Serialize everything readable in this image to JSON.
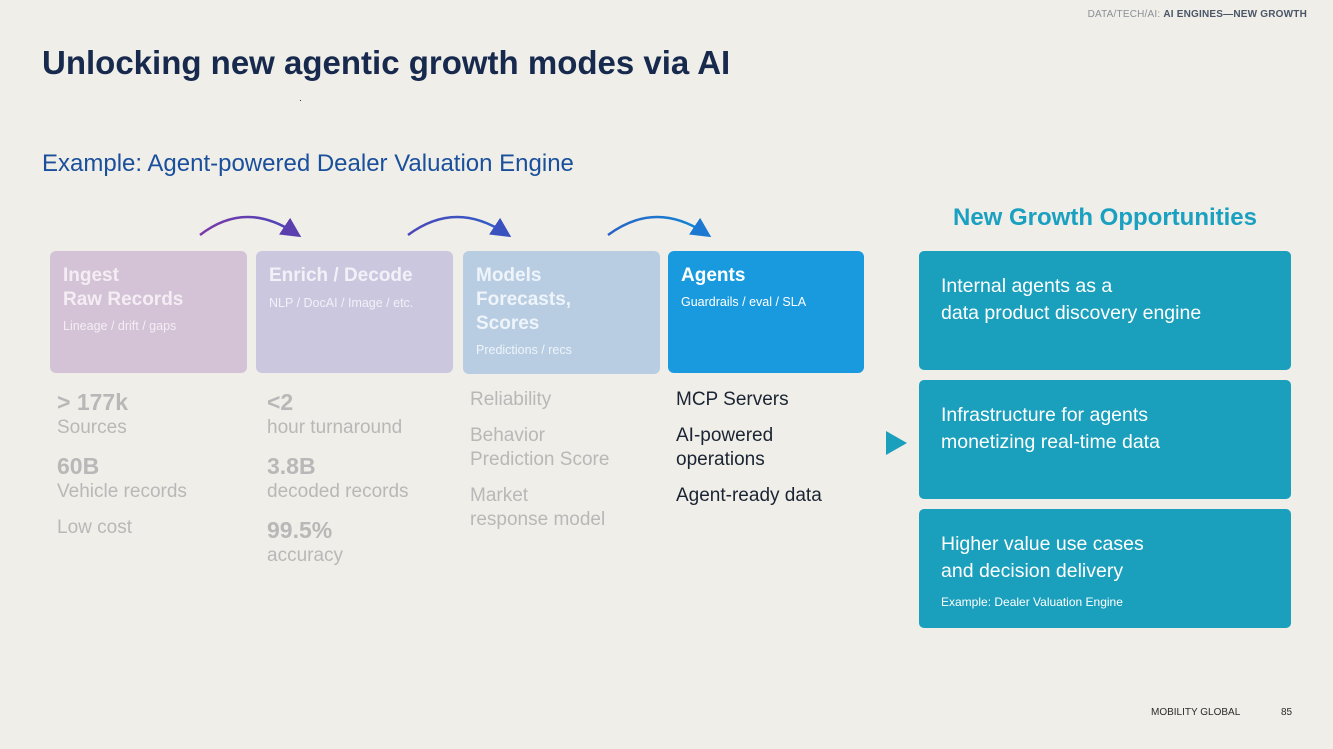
{
  "header": {
    "section": "DATA/TECH/AI: ",
    "topic": "AI ENGINES—NEW GROWTH"
  },
  "title": "Unlocking new agentic growth modes via AI",
  "subtitle": "Example: Agent-powered Dealer Valuation Engine",
  "colors": {
    "title": "#17294d",
    "subtitle": "#1a4f9c",
    "accent": "#1a9fbc",
    "agents": "#1a9ade",
    "background": "#efeee8"
  },
  "stages": [
    {
      "name": "Ingest\nRaw Records",
      "sub": "Lineage / drift / gaps"
    },
    {
      "name": "Enrich / Decode",
      "sub": "NLP / DocAI / Image / etc."
    },
    {
      "name": "Models\nForecasts,\nScores",
      "sub": "Predictions / recs"
    },
    {
      "name": "Agents",
      "sub": "Guardrails / eval / SLA"
    }
  ],
  "metrics": {
    "col1": {
      "m1_value": "> 177k",
      "m1_label": "Sources",
      "m2_value": "60B",
      "m2_label": "Vehicle records",
      "m3_label": "Low cost"
    },
    "col2": {
      "m1_value": "<2",
      "m1_label": "hour turnaround",
      "m2_value": "3.8B",
      "m2_label": "decoded records",
      "m3_value": "99.5%",
      "m3_label": "accuracy"
    },
    "col3": {
      "i1": "Reliability",
      "i2a": "Behavior",
      "i2b": "Prediction Score",
      "i3a": "Market",
      "i3b": "response model"
    },
    "col4": {
      "i1": "MCP Servers",
      "i2a": "AI-powered",
      "i2b": "operations",
      "i3": "Agent-ready data"
    }
  },
  "opportunities": {
    "heading": "New Growth Opportunities",
    "cards": [
      {
        "text": "Internal agents as a\ndata product discovery engine"
      },
      {
        "text": "Infrastructure for agents\nmonetizing real-time data"
      },
      {
        "text": "Higher value use cases\nand decision delivery",
        "example": "Example: Dealer Valuation Engine"
      }
    ]
  },
  "footer": {
    "brand": "MOBILITY GLOBAL",
    "page": "85"
  }
}
